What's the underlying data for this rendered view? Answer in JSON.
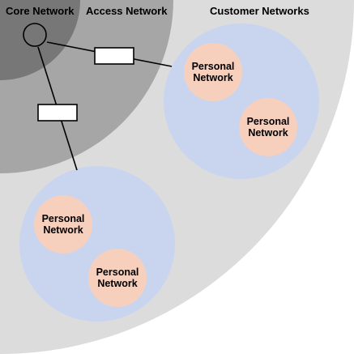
{
  "zones": {
    "core": {
      "label": "Core Network",
      "color": "#777777"
    },
    "access": {
      "label": "Access Network",
      "color": "#a6a6a6"
    },
    "customer": {
      "label": "Customer Networks",
      "color": "#dcdcdc"
    }
  },
  "customer_network_color": "#c9d5ef",
  "personal_network_color": "#f7cfbd",
  "personal_networks": {
    "pn1": {
      "label": "Personal Network"
    },
    "pn2": {
      "label": "Personal Network"
    },
    "pn3": {
      "label": "Personal Network"
    },
    "pn4": {
      "label": "Personal Network"
    }
  }
}
